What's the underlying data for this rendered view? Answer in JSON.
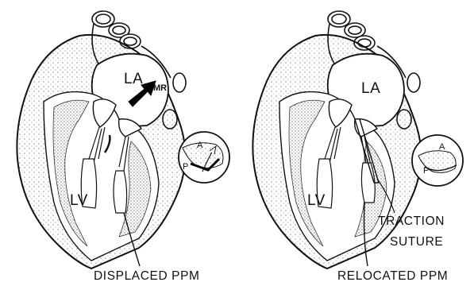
{
  "left_panel": {
    "chamber_upper": "LA",
    "chamber_lower": "LV",
    "arrow_label": "MR",
    "inset_label_a": "A",
    "inset_label_p": "P",
    "caption": "DISPLACED PPM"
  },
  "right_panel": {
    "chamber_upper": "LA",
    "chamber_lower": "LV",
    "inset_label_a": "A",
    "inset_label_p": "P",
    "annotation_line1": "TRACTION",
    "annotation_line2": "SUTURE",
    "caption": "RELOCATED PPM"
  }
}
